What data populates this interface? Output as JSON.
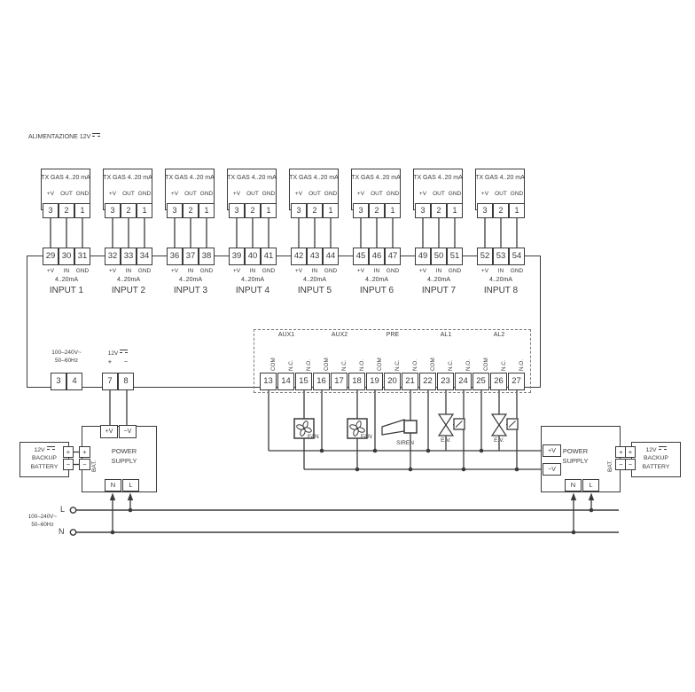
{
  "title": "ALIMENTAZIONE 12V",
  "colors": {
    "line": "#3a3a3a",
    "background": "#ffffff"
  },
  "tx": {
    "count": 8,
    "label": "TX GAS 4..20 mA",
    "pins": [
      "+V",
      "OUT",
      "GND"
    ],
    "terminals": [
      "3",
      "2",
      "1"
    ]
  },
  "input_pins": [
    "+V",
    "IN",
    "GND"
  ],
  "input_signal": "4..20mA",
  "inputs": [
    {
      "name": "INPUT 1",
      "terminals": [
        "29",
        "30",
        "31"
      ]
    },
    {
      "name": "INPUT 2",
      "terminals": [
        "32",
        "33",
        "34"
      ]
    },
    {
      "name": "INPUT 3",
      "terminals": [
        "36",
        "37",
        "38"
      ]
    },
    {
      "name": "INPUT 4",
      "terminals": [
        "39",
        "40",
        "41"
      ]
    },
    {
      "name": "INPUT 5",
      "terminals": [
        "42",
        "43",
        "44"
      ]
    },
    {
      "name": "INPUT 6",
      "terminals": [
        "45",
        "46",
        "47"
      ]
    },
    {
      "name": "INPUT 7",
      "terminals": [
        "49",
        "50",
        "51"
      ]
    },
    {
      "name": "INPUT 8",
      "terminals": [
        "52",
        "53",
        "54"
      ]
    }
  ],
  "mains_in": {
    "line1": "100–240V~",
    "line2": "50–60Hz",
    "terminals": [
      "3",
      "4"
    ]
  },
  "dc_out": {
    "label": "12V",
    "plus": "+",
    "minus": "−",
    "terminals": [
      "7",
      "8"
    ]
  },
  "relays": {
    "contacts": [
      "COM",
      "N.C.",
      "N.O."
    ],
    "groups": [
      {
        "name": "AUX1",
        "terminals": [
          "13",
          "14",
          "15"
        ]
      },
      {
        "name": "AUX2",
        "terminals": [
          "16",
          "17",
          "18"
        ]
      },
      {
        "name": "PRE",
        "terminals": [
          "19",
          "20",
          "21"
        ]
      },
      {
        "name": "AL1",
        "terminals": [
          "22",
          "23",
          "24"
        ]
      },
      {
        "name": "AL2",
        "terminals": [
          "25",
          "26",
          "27"
        ]
      }
    ]
  },
  "devices": [
    {
      "type": "fan",
      "label": "FAN"
    },
    {
      "type": "fan",
      "label": "FAN"
    },
    {
      "type": "siren",
      "label": "SIREN"
    },
    {
      "type": "valve",
      "label": "E.V."
    },
    {
      "type": "valve",
      "label": "E.V."
    }
  ],
  "power_supply": {
    "name_line1": "POWER",
    "name_line2": "SUPPLY",
    "bat": "BAT.",
    "vplus": "+V",
    "vminus": "−V",
    "n": "N",
    "l": "L",
    "plus": "+",
    "minus": "−"
  },
  "battery": {
    "line1": "12V",
    "line2": "BACKUP",
    "line3": "BATTERY",
    "plus": "+",
    "minus": "−"
  },
  "mains": {
    "l": "L",
    "n": "N",
    "label_line1": "100–240V~",
    "label_line2": "50–60Hz"
  }
}
